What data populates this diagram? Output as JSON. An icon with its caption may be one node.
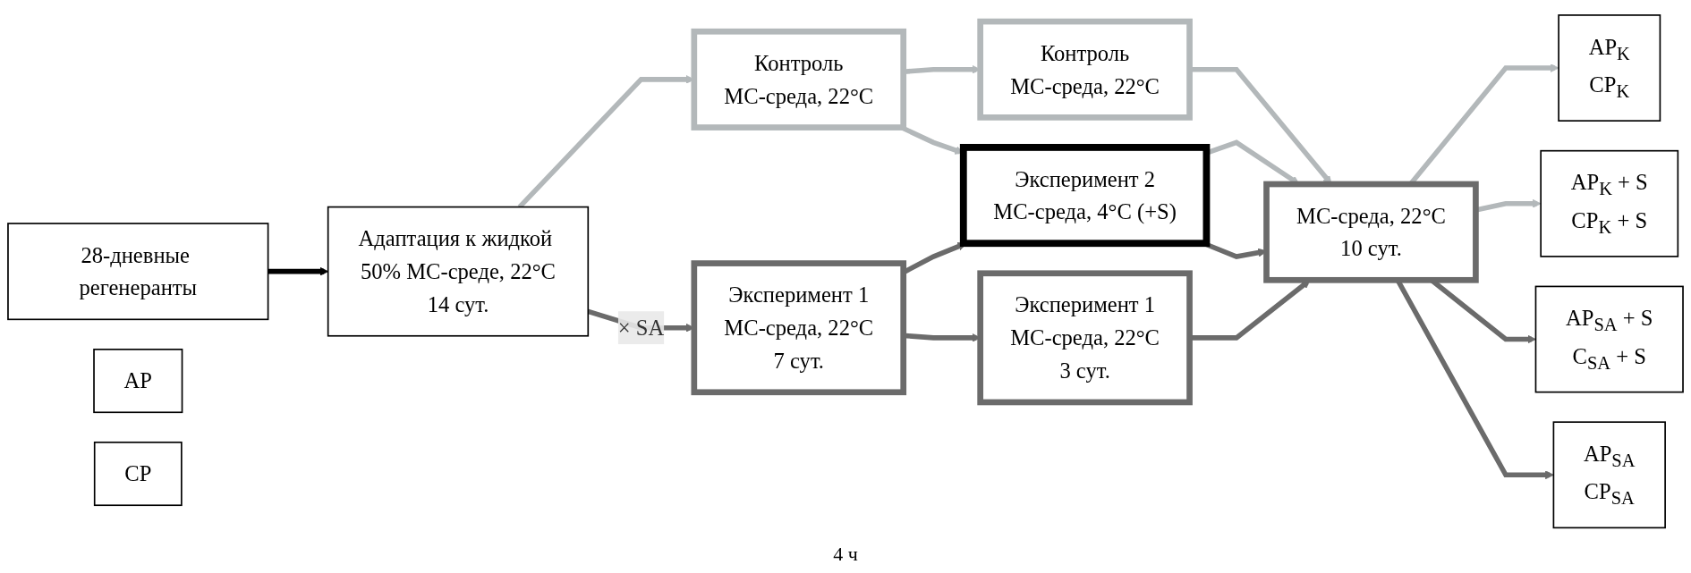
{
  "diagram": {
    "nodes": [
      {
        "text": [
          "28-дневные регенеранты"
        ]
      },
      {
        "text": [
          "AP"
        ]
      },
      {
        "text": [
          "CP"
        ]
      },
      {
        "text": [
          "Адаптация к жидкой 50% МС-среде, 22°C",
          "14 сут."
        ]
      },
      {
        "text": [
          "Контроль",
          "МС-среда, 22°C"
        ]
      },
      {
        "text": [
          "Эксперимент 1",
          "МС-среда, 22°C",
          "7 сут."
        ]
      },
      {
        "text": [
          "Контроль",
          "МС-среда, 22°C"
        ]
      },
      {
        "text": [
          "Эксперимент 2",
          "МС-среда, 4°C (+S)"
        ]
      },
      {
        "text": [
          "Эксперимент 1",
          "МС-среда, 22°C",
          "3 сут."
        ]
      },
      {
        "text": [
          "МС-среда, 22°C",
          "10 сут."
        ]
      },
      {
        "text": [
          "AP$_{K}$",
          "CP$_{K}$"
        ]
      },
      {
        "text": [
          "AP$_{K}$ + S",
          "CP$_{K}$ + S"
        ]
      },
      {
        "text": [
          "AP$_{SA}$ + S",
          "C$_{SA}$ + S"
        ]
      },
      {
        "text": [
          "AP$_{SA}$",
          "CP$_{SA}$"
        ]
      }
    ],
    "edges": [
      {
        "from": 0,
        "to": 3,
        "arrow": "to",
        "color": "#000000"
      },
      {
        "from": 3,
        "to": 4,
        "arrow": "to",
        "color": "#b3b8ba"
      },
      {
        "from": 3,
        "to": 5,
        "arrow": "to",
        "label": "× SA",
        "color": "#6b6b6b"
      },
      {
        "from": 4,
        "to": 6,
        "arrow": "to",
        "color": "#b3b8ba"
      },
      {
        "from": 4,
        "to": 7,
        "arrow": "to",
        "color": "#b3b8ba"
      },
      {
        "from": 5,
        "to": 7,
        "arrow": "to",
        "color": "#6b6b6b"
      },
      {
        "from": 5,
        "to": 8,
        "arrow": "to",
        "color": "#6b6b6b"
      },
      {
        "from": 6,
        "to": 9,
        "arrow": "to",
        "color": "#b3b8ba"
      },
      {
        "from": 7,
        "to": 9,
        "arrow": "to",
        "color": "#b3b8ba"
      },
      {
        "from": 7,
        "to": 9,
        "arrow": "to",
        "color": "#6b6b6b"
      },
      {
        "from": 8,
        "to": 9,
        "arrow": "to",
        "color": "#6b6b6b"
      },
      {
        "from": 9,
        "to": 10,
        "arrow": "to",
        "color": "#b3b8ba"
      },
      {
        "from": 9,
        "to": 11,
        "arrow": "to",
        "color": "#b3b8ba"
      },
      {
        "from": 9,
        "to": 12,
        "arrow": "to",
        "color": "#6b6b6b"
      },
      {
        "from": 9,
        "to": 13,
        "arrow": "to",
        "color": "#6b6b6b"
      }
    ],
    "labels": [
      "4 ч"
    ]
  }
}
